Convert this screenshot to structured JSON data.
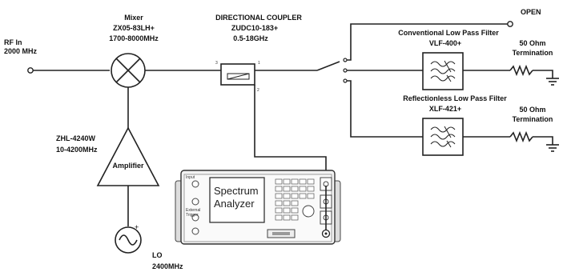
{
  "rf_in": {
    "line1": "RF In",
    "line2": "2000 MHz"
  },
  "mixer": {
    "name": "Mixer",
    "part": "ZX05-83LH+",
    "range": "1700-8000MHz"
  },
  "coupler": {
    "name": "DIRECTIONAL COUPLER",
    "part": "ZUDC10-183+",
    "range": "0.5-18GHz",
    "port_labels": [
      "3",
      "1",
      "2"
    ]
  },
  "open": {
    "label": "OPEN"
  },
  "conventional_filter": {
    "title": "Conventional Low Pass Filter",
    "part": "VLF-400+"
  },
  "reflectionless_filter": {
    "title": "Reflectionless Low Pass Filter",
    "part": "XLF-421+"
  },
  "termination_top": {
    "line1": "50 Ohm",
    "line2": "Termination"
  },
  "termination_bottom": {
    "line1": "50 Ohm",
    "line2": "Termination"
  },
  "amplifier": {
    "part": "ZHL-4240W",
    "range": "10-4200MHz",
    "label": "Amplifier"
  },
  "spectrum_analyzer": {
    "line1": "Spectrum",
    "line2": "Analyzer",
    "side_labels": [
      "Input",
      "External",
      "Trigger"
    ]
  },
  "lo": {
    "line1": "LO",
    "line2": "2400MHz"
  }
}
